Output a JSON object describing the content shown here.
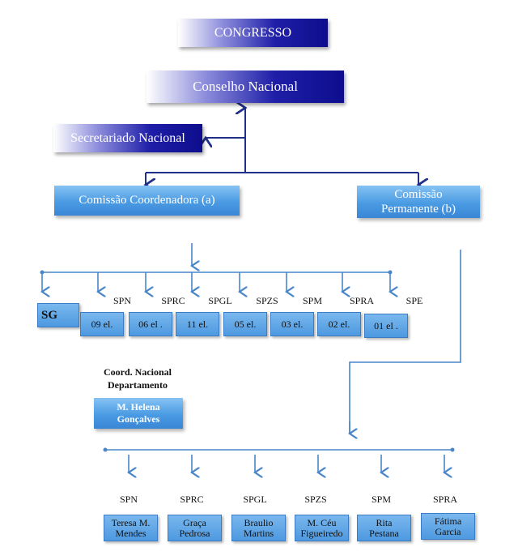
{
  "top": {
    "congresso": "CONGRESSO",
    "conselho": "Conselho Nacional",
    "secretariado": "Secretariado Nacional",
    "comissao_coord": "Comissão Coordenadora  (a)",
    "comissao_perm_line1": "Comissão",
    "comissao_perm_line2": "Permanente (b)"
  },
  "upper_row": {
    "sg": "SG",
    "labels": [
      "SPN",
      "SPRC",
      "SPGL",
      "SPZS",
      "SPM",
      "SPRA",
      "SPE"
    ],
    "boxes": [
      "09 el.",
      "06 el .",
      "11 el.",
      "05 el.",
      "03 el.",
      "02 el.",
      "01 el ."
    ]
  },
  "coord": {
    "title_line1": "Coord. Nacional",
    "title_line2": "Departamento",
    "name_line1": "M. Helena",
    "name_line2": "Gonçalves"
  },
  "lower_row": {
    "labels": [
      "SPN",
      "SPRC",
      "SPGL",
      "SPZS",
      "SPM",
      "SPRA"
    ],
    "names": [
      [
        "Teresa M.",
        "Mendes"
      ],
      [
        "Graça",
        "Pedrosa"
      ],
      [
        "Braulio",
        "Martins"
      ],
      [
        "M. Céu",
        "Figueiredo"
      ],
      [
        "Rita",
        "Pestana"
      ],
      [
        "Fátima",
        "Garcia"
      ]
    ]
  },
  "colors": {
    "dark_blue": "#0d0d8c",
    "light_blue": "#4a9be3",
    "connector": "#4a86c8"
  }
}
